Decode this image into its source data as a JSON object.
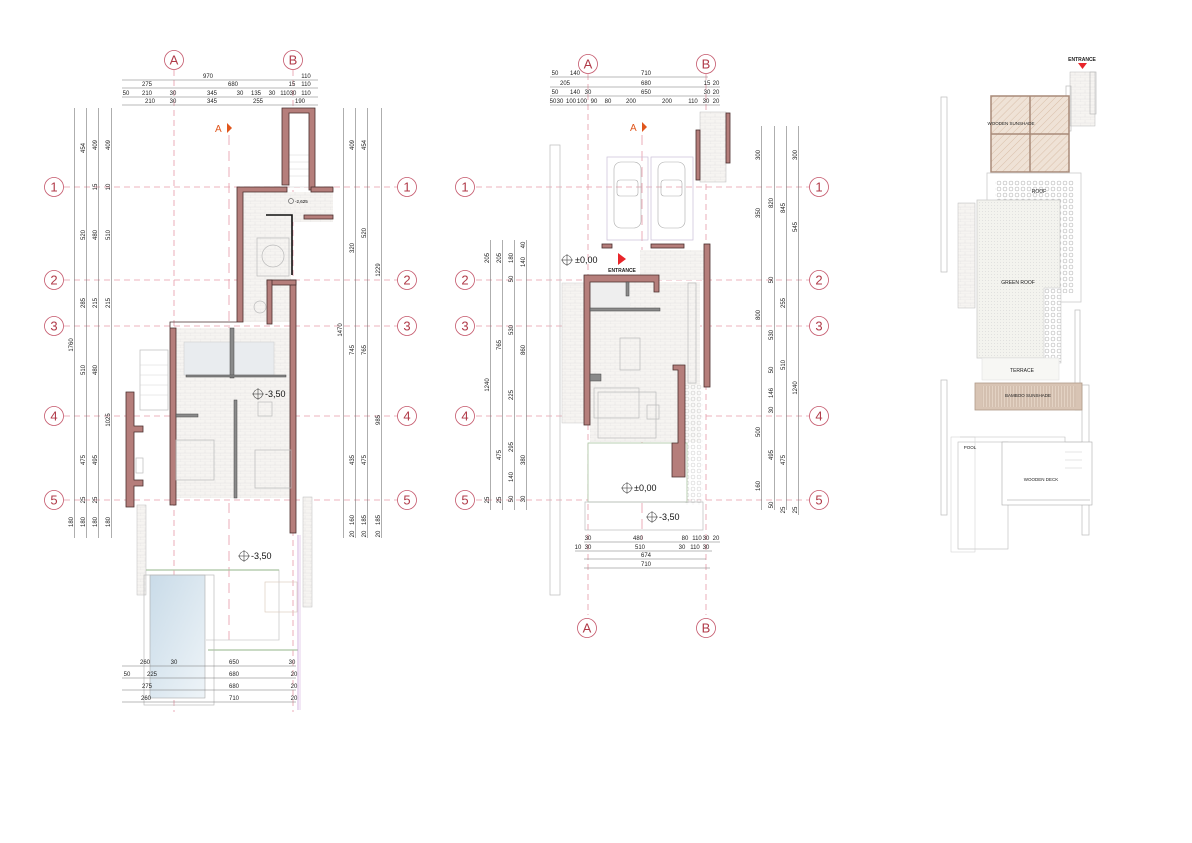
{
  "grid": {
    "columns": [
      "A",
      "B"
    ],
    "rows": [
      "1",
      "2",
      "3",
      "4",
      "5"
    ]
  },
  "section_marker": "A",
  "left_plan": {
    "stair_level": "-2,625",
    "level_interior": "-3,50",
    "level_garden": "-3,50"
  },
  "middle_plan": {
    "level_entry": "±0,00",
    "entrance": "ENTRANCE",
    "level_terrace": "±0,00",
    "level_lower": "-3,50"
  },
  "roof_plan": {
    "entrance": "ENTRANCE",
    "wooden_sunshade": "WOODEN SUNSHADE",
    "roof": "ROOF",
    "green_roof": "GREEN ROOF",
    "terrace": "TERRACE",
    "bamboo_sunshade": "BAMBOO SUNSHADE",
    "pool": "POOL",
    "wooden_deck": "WOODEN DECK"
  },
  "colors": {
    "wall": "#b57e7b",
    "grid_line": "#e69aa8",
    "axis_label": "#b03a48",
    "section_marker": "#e0561c",
    "pool": "#d6e4ee"
  },
  "dimensions": {
    "left_plan": {
      "top": [
        [
          "970",
          "110"
        ],
        [
          "275",
          "680",
          "15",
          "110"
        ],
        [
          "50",
          "210",
          "30",
          "345",
          "30",
          "135",
          "30",
          "110",
          "30",
          "110"
        ],
        [
          "210",
          "30",
          "345",
          "255",
          "190"
        ]
      ],
      "left": [
        [
          "1760",
          "180"
        ],
        [
          "454",
          "520",
          "285",
          "510",
          "475",
          "25",
          "180"
        ],
        [
          "409",
          "15",
          "480",
          "215",
          "480",
          "495",
          "25",
          "180"
        ],
        [
          "409",
          "10",
          "510",
          "215",
          "1025",
          "180"
        ]
      ],
      "right": [
        [
          "1470"
        ],
        [
          "409",
          "320",
          "745",
          "435",
          "160",
          "20"
        ],
        [
          "454",
          "520",
          "765",
          "475",
          "185",
          "20"
        ],
        [
          "1229",
          "985",
          "185",
          "20"
        ]
      ],
      "bottom": [
        [
          "260",
          "30",
          "650",
          "30"
        ],
        [
          "50",
          "225",
          "680",
          "20"
        ],
        [
          "275",
          "680",
          "20"
        ],
        [
          "260",
          "710",
          "20"
        ]
      ]
    },
    "middle_plan": {
      "top": [
        [
          "50",
          "140",
          "710"
        ],
        [
          "205",
          "680",
          "15",
          "20"
        ],
        [
          "50",
          "140",
          "30",
          "650",
          "30",
          "20"
        ],
        [
          "50",
          "30",
          "100",
          "100",
          "90",
          "80",
          "200",
          "200",
          "110",
          "30",
          "20"
        ]
      ],
      "left": [
        [
          "205",
          "1240",
          "25"
        ],
        [
          "205",
          "765",
          "475",
          "25"
        ],
        [
          "180",
          "50",
          "530",
          "225",
          "295",
          "140",
          "50"
        ],
        [
          "40",
          "140",
          "860",
          "380",
          "30"
        ]
      ],
      "right": [
        [
          "300",
          "350",
          "800",
          "500",
          "160"
        ],
        [
          "820",
          "50",
          "530",
          "50",
          "146",
          "30",
          "495",
          "50"
        ],
        [
          "845",
          "255",
          "510",
          "475",
          "25"
        ],
        [
          "300",
          "545",
          "1240",
          "25"
        ]
      ],
      "bottom": [
        [
          "30",
          "480",
          "80",
          "110",
          "30",
          "20"
        ],
        [
          "10",
          "30",
          "510",
          "30",
          "110",
          "30"
        ],
        [
          "674"
        ],
        [
          "710"
        ]
      ]
    }
  }
}
